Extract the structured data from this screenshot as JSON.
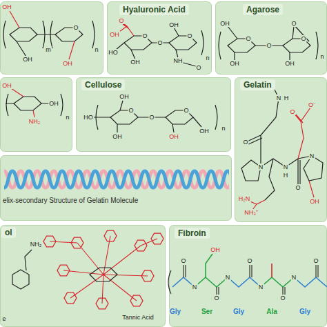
{
  "diagram": {
    "nodes": [
      {
        "text": [
          "Hyaluronic Acid"
        ]
      },
      {
        "text": [
          "Agarose"
        ]
      },
      {
        "text": [
          "Cellulose"
        ]
      },
      {
        "text": [
          "Gelatin"
        ]
      },
      {
        "text": [
          "elix-secondary Structure of Gelatin Molecule"
        ]
      },
      {
        "text": [
          "ol"
        ]
      },
      {
        "text": [
          "Fibroin"
        ]
      }
    ],
    "labels": [
      "OH",
      "OH",
      "m",
      "O",
      "OH",
      "n",
      "O",
      "OH",
      "O",
      "HO",
      "OH",
      "O",
      "O",
      "OH",
      "NH",
      "O",
      "n",
      "OH",
      "O",
      "OH",
      "O",
      "O",
      "OH",
      "O",
      "n",
      "OH",
      "OH",
      "NH₂",
      "n",
      "HO",
      "OH",
      "O",
      "OH",
      "O",
      "O",
      "OH",
      "OH",
      "n",
      "N",
      "H",
      "O",
      "N",
      "N",
      "H",
      "O",
      "O⁻",
      "O",
      "N",
      "OH",
      "H₂N",
      "NH₃⁺",
      "NH₂",
      "e",
      "Tannic Acid",
      "OH",
      "O",
      "N",
      "O",
      "N",
      "O",
      "N",
      "O",
      "N",
      "O",
      "Gly",
      "Ser",
      "Gly",
      "Ala",
      "Gly"
    ]
  }
}
